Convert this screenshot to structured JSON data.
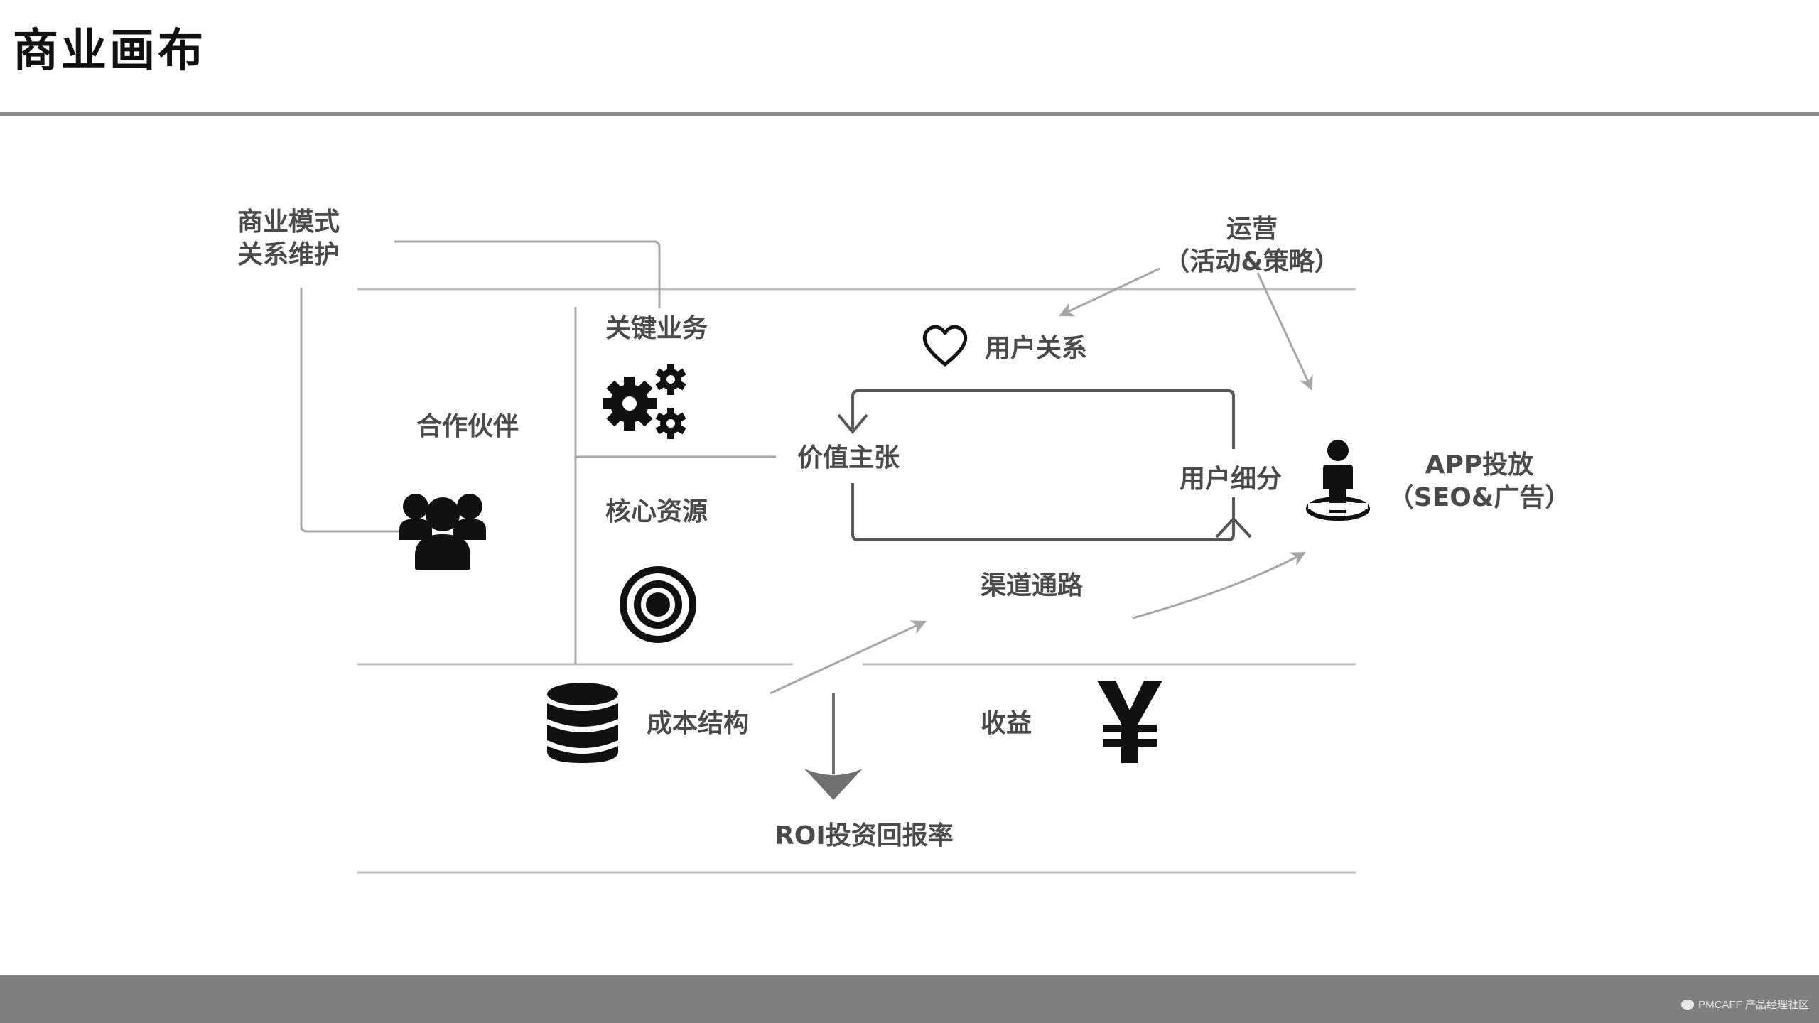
{
  "title": "商业画布",
  "labels": {
    "business_model": [
      "商业模式",
      "关系维护"
    ],
    "operations": [
      "运营",
      "（活动&策略）"
    ],
    "key_activities": "关键业务",
    "user_relations": "用户关系",
    "partners": "合作伙伴",
    "value_proposition": "价值主张",
    "user_segments": "用户细分",
    "app_launch": [
      "APP投放",
      "（SEO&广告）"
    ],
    "key_resources": "核心资源",
    "channels": "渠道通路",
    "cost_structure": "成本结构",
    "revenue": "收益",
    "roi": "ROI投资回报率"
  },
  "icons": {
    "heart": "heart-icon",
    "gears": "gears-icon",
    "users": "users-group-icon",
    "target": "target-icon",
    "person": "person-pin-icon",
    "database": "database-stack-icon",
    "yen": "yen-icon"
  },
  "colors": {
    "line": "#a6a6a6",
    "loop": "#555555",
    "text": "#4a4a4a",
    "footer": "#7f7f7f"
  },
  "footer": {
    "brand": "PMCAFF 产品经理社区"
  }
}
